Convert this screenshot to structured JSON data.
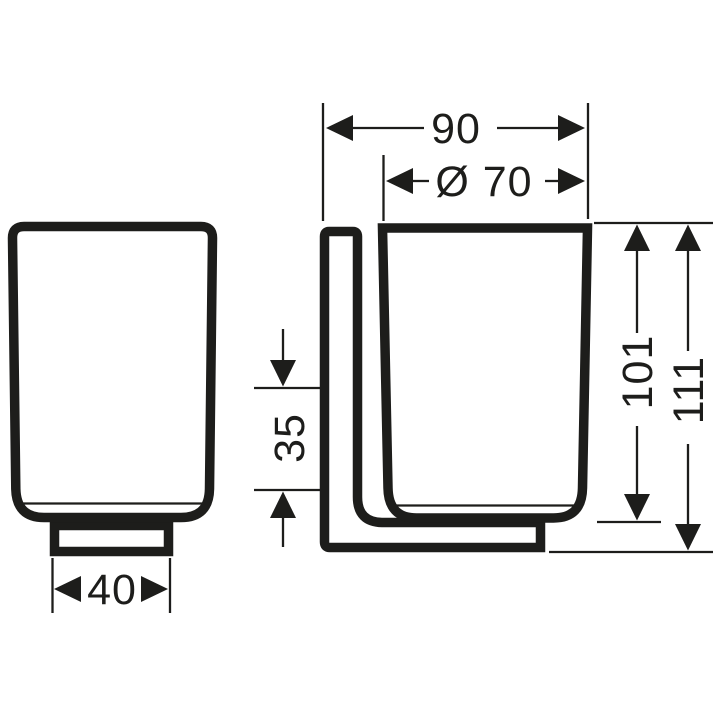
{
  "colors": {
    "line": "#1d1d1b",
    "background": "#ffffff"
  },
  "dimensions": {
    "overall_width": "90",
    "diameter": "Ø 70",
    "glass_height": "101",
    "overall_height": "111",
    "wall_bracket_offset": "35",
    "base_width": "40"
  }
}
